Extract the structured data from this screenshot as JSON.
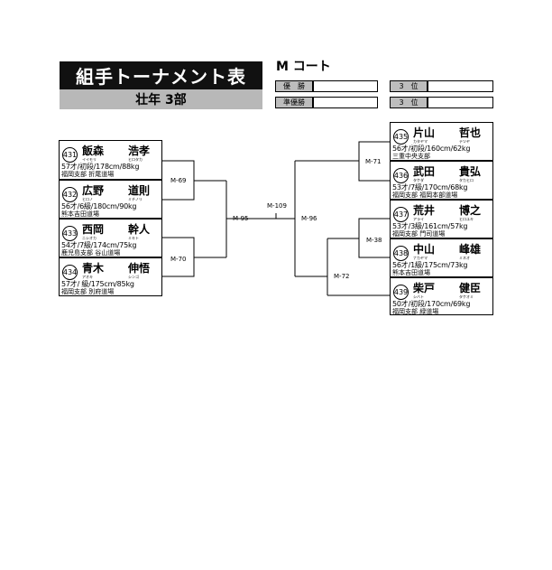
{
  "header": {
    "title": "組手トーナメント表",
    "division": "壮年 3部",
    "court": "M コート"
  },
  "results": {
    "winner_label": "優　勝",
    "runner_up_label": "準優勝",
    "third_label_1": "3　位",
    "third_label_2": "3　位"
  },
  "left_players": [
    {
      "num": "431",
      "name": "飯森",
      "given": "浩孝",
      "kana_name": "イイモリ",
      "kana_given": "ヒロタカ",
      "stats": "57才/初段/178cm/88kg",
      "dojo": "福岡支部 折尾道場"
    },
    {
      "num": "432",
      "name": "広野",
      "given": "道則",
      "kana_name": "ヒロノ",
      "kana_given": "ミチノリ",
      "stats": "56才/6級/180cm/90kg",
      "dojo": "熊本吉田道場"
    },
    {
      "num": "433",
      "name": "西岡",
      "given": "幹人",
      "kana_name": "ニシオカ",
      "kana_given": "ミキト",
      "stats": "54才/7級/174cm/75kg",
      "dojo": "鹿児島支部 谷山道場"
    },
    {
      "num": "434",
      "name": "青木",
      "given": "伸悟",
      "kana_name": "アオキ",
      "kana_given": "シンゴ",
      "stats": "57才/ 級/175cm/85kg",
      "dojo": "福岡支部 別府道場"
    }
  ],
  "right_players": [
    {
      "num": "435",
      "name": "片山",
      "given": "哲也",
      "kana_name": "カタヤマ",
      "kana_given": "テツヤ",
      "stats": "56才/初段/160cm/62kg",
      "dojo": "三重中央支部"
    },
    {
      "num": "436",
      "name": "武田",
      "given": "貴弘",
      "kana_name": "タケダ",
      "kana_given": "タカヒロ",
      "stats": "53才/7級/170cm/68kg",
      "dojo": "福岡支部 福岡本部道場"
    },
    {
      "num": "437",
      "name": "荒井",
      "given": "博之",
      "kana_name": "アライ",
      "kana_given": "ヒロユキ",
      "stats": "53才/3級/161cm/57kg",
      "dojo": "福岡支部 門司道場"
    },
    {
      "num": "438",
      "name": "中山",
      "given": "峰雄",
      "kana_name": "ナカヤマ",
      "kana_given": "ミネオ",
      "stats": "56才/1級/175cm/73kg",
      "dojo": "熊本吉田道場"
    },
    {
      "num": "439",
      "name": "柴戸",
      "given": "健臣",
      "kana_name": "シバト",
      "kana_given": "タケオミ",
      "stats": "50才/初段/170cm/69kg",
      "dojo": "福岡支部 緑道場"
    }
  ],
  "matches": {
    "m69": "M-69",
    "m70": "M-70",
    "m95": "M-95",
    "m109": "M-109",
    "m96": "M-96",
    "m71": "M-71",
    "m38": "M-38",
    "m72": "M-72"
  }
}
